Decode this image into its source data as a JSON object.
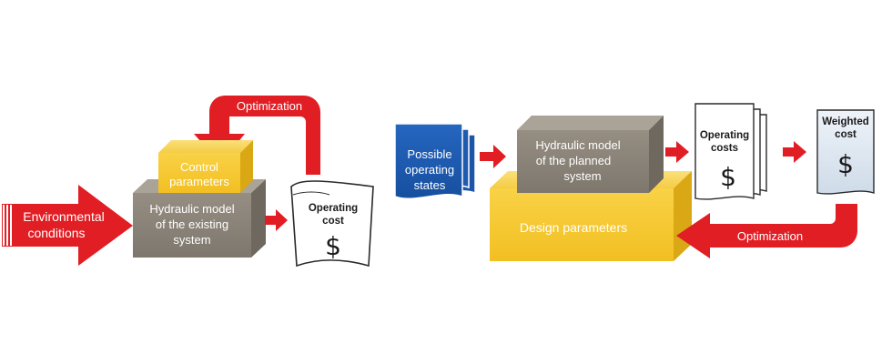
{
  "left": {
    "optimization_label": "Optimization",
    "control_parameters": [
      "Control",
      "parameters"
    ],
    "hydraulic_model": [
      "Hydraulic model",
      "of the existing",
      "system"
    ],
    "environmental_conditions": [
      "Environmental",
      "conditions"
    ],
    "operating_cost": [
      "Operating",
      "cost"
    ],
    "currency_symbol": "$"
  },
  "right": {
    "possible_states": [
      "Possible",
      "operating",
      "states"
    ],
    "hydraulic_model": [
      "Hydraulic model",
      "of the planned",
      "system"
    ],
    "design_parameters": "Design parameters",
    "operating_costs": [
      "Operating",
      "costs"
    ],
    "weighted_cost": [
      "Weighted",
      "cost"
    ],
    "currency_symbol": "$",
    "optimization_label": "Optimization"
  },
  "colors": {
    "red": "#e01e24",
    "yellow": "#f7c935",
    "gray": "#8a8378",
    "blue": "#1a5ab0",
    "paper_blue": "#dfe8f3"
  }
}
